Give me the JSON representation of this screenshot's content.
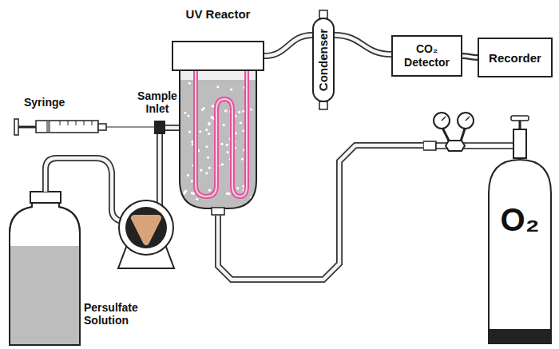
{
  "diagram": {
    "nodes": [
      {
        "text": [
          "UV Reactor"
        ]
      },
      {
        "text": [
          "Condenser"
        ]
      },
      {
        "text": [
          "CO₂ Detector"
        ]
      },
      {
        "text": [
          "Recorder"
        ]
      },
      {
        "text": [
          "O₂"
        ]
      }
    ],
    "edges": [
      {
        "from": 0,
        "to": 1,
        "arrow": "none"
      },
      {
        "from": 1,
        "to": 2,
        "arrow": "none"
      },
      {
        "from": 2,
        "to": 3,
        "arrow": "none"
      },
      {
        "from": 4,
        "to": 0,
        "arrow": "none"
      }
    ],
    "labels": [
      "Syringe",
      "Sample Inlet",
      "Persulfate Solution"
    ]
  }
}
